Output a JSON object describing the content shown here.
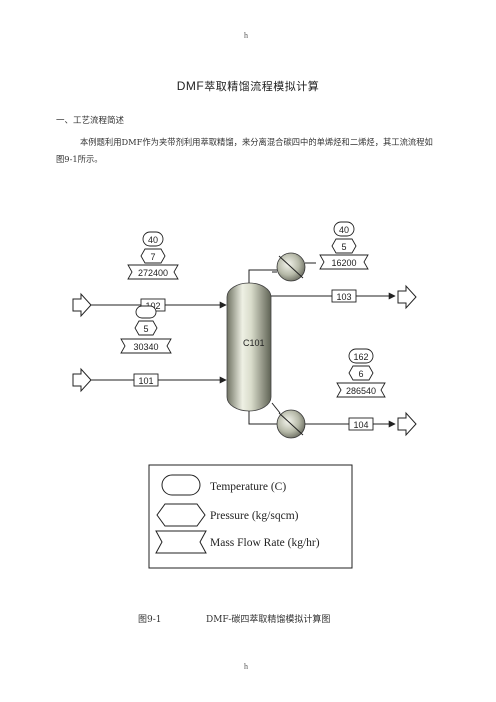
{
  "header_mark": "h",
  "footer_mark": "h",
  "title_latin": "DMF",
  "title_rest": "萃取精馏流程模拟计算",
  "section_heading": "一、工艺流程简述",
  "paragraph": "本例题利用DMF作为夹带剂利用萃取精馏，来分离混合碳四中的单烯烃和二烯烃，其工流流程如图9-1所示。",
  "diagram": {
    "column_label": "C101",
    "streams": {
      "s102": {
        "id": "102",
        "temperature": "40",
        "pressure": "7",
        "mass_flow": "272400"
      },
      "s101": {
        "id": "101",
        "temperature": "",
        "pressure": "5",
        "mass_flow": "30340"
      },
      "s103": {
        "id": "103",
        "temperature": "40",
        "pressure": "5",
        "mass_flow": "16200"
      },
      "s104": {
        "id": "104",
        "temperature": "162",
        "pressure": "6",
        "mass_flow": "286540"
      }
    },
    "legend": {
      "temperature": "Temperature (C)",
      "pressure": "Pressure (kg/sqcm)",
      "mass_flow": "Mass Flow Rate (kg/hr)"
    }
  },
  "caption": {
    "number": "图9-1",
    "text": "DMF-碳四萃取精馏模拟计算图"
  }
}
